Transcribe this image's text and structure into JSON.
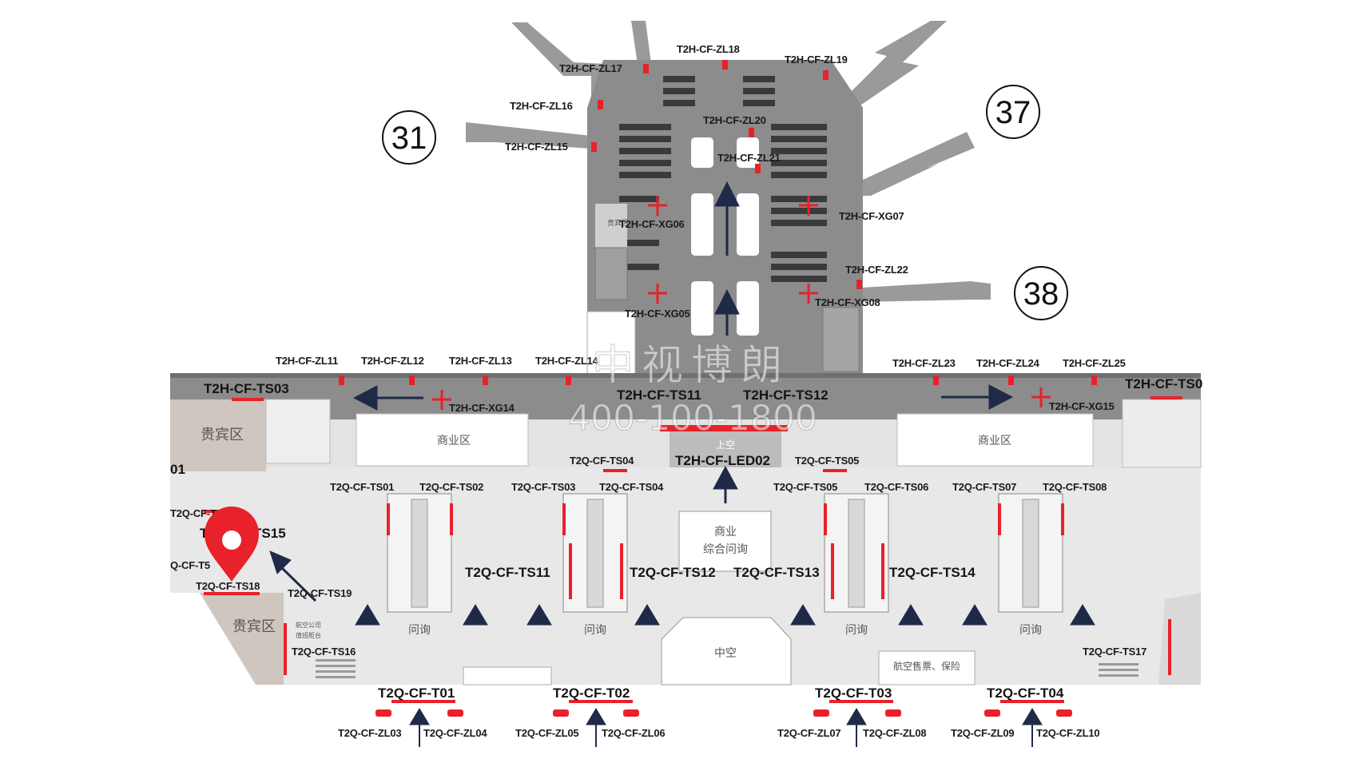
{
  "gates": [
    "31",
    "37",
    "38"
  ],
  "pier_labels": [
    "T2H-CF-ZL17",
    "T2H-CF-ZL18",
    "T2H-CF-ZL19",
    "T2H-CF-ZL16",
    "T2H-CF-ZL20",
    "T2H-CF-ZL15",
    "T2H-CF-ZL21",
    "T2H-CF-XG06",
    "T2H-CF-XG07",
    "T2H-CF-ZL22",
    "T2H-CF-XG05",
    "T2H-CF-XG08"
  ],
  "upper_labels": [
    "T2H-CF-ZL11",
    "T2H-CF-ZL12",
    "T2H-CF-ZL13",
    "T2H-CF-ZL14",
    "T2H-CF-ZL23",
    "T2H-CF-ZL24",
    "T2H-CF-ZL25",
    "T2H-CF-XG14",
    "T2H-CF-XG15"
  ],
  "big_labels": [
    "T2H-CF-TS03",
    "T2H-CF-TS11",
    "T2H-CF-TS12",
    "T2H-CF-TS0",
    "T2H-CF-LED02"
  ],
  "zones": {
    "vip": "贵宾区",
    "vip_small": "贵宾区",
    "commercial": "商业区",
    "void_up": "上空",
    "commercial_inquiry": [
      "商业",
      "综合问询"
    ],
    "inquiry": "问询",
    "void_mid": "中空",
    "airline": "航空售票、保险",
    "small_note": "航空公司",
    "small_note2": "值班柜台"
  },
  "ts_row_labels": [
    "T2Q-CF-TS01",
    "T2Q-CF-TS02",
    "T2Q-CF-TS03",
    "T2Q-CF-TS04",
    "T2Q-CF-TS05",
    "T2Q-CF-TS06",
    "T2Q-CF-TS07",
    "T2Q-CF-TS08"
  ],
  "ts_small": [
    "T2Q-CF-TS04",
    "T2Q-CF-TS05"
  ],
  "ts_mid": [
    "T2Q-CF-TS11",
    "T2Q-CF-TS12",
    "T2Q-CF-TS13",
    "T2Q-CF-TS14"
  ],
  "left_labels": [
    "T2Q-CF-TS09",
    "T2Q-CF-TS15",
    "T2Q-CF-TS18",
    "T2Q-CF-TS19",
    "T2Q-CF-TS16",
    "T2Q-CF-TS17",
    "Q-CF-T5",
    "01"
  ],
  "bottom_t": [
    "T2Q-CF-T01",
    "T2Q-CF-T02",
    "T2Q-CF-T03",
    "T2Q-CF-T04"
  ],
  "bottom_zl": [
    "T2Q-CF-ZL03",
    "T2Q-CF-ZL04",
    "T2Q-CF-ZL05",
    "T2Q-CF-ZL06",
    "T2Q-CF-ZL07",
    "T2Q-CF-ZL08",
    "T2Q-CF-ZL09",
    "T2Q-CF-ZL10"
  ],
  "watermark": {
    "brand": "中视博朗",
    "phone": "400-100-1800"
  },
  "colors": {
    "accent": "#e8212b",
    "arrow": "#1f2a48",
    "pier": "#8c8c8c",
    "floor": "#e8e8e8"
  },
  "marker_icon": "location-pin-icon"
}
